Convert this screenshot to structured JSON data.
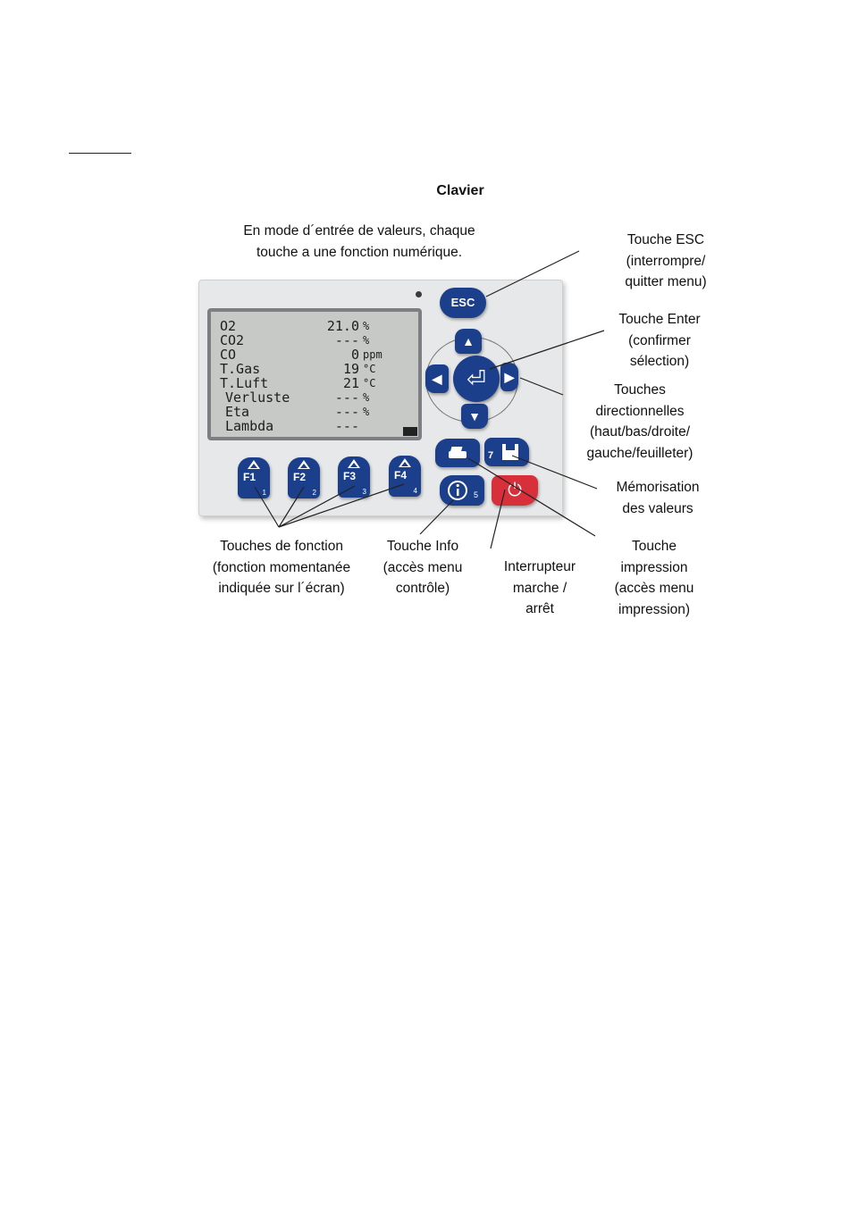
{
  "heading": "Clavier",
  "labels": {
    "numeric": "En mode d´entrée de valeurs, chaque\ntouche a une fonction numérique.",
    "esc": "Touche ESC\n(interrompre/\nquitter menu)",
    "enter": "Touche Enter\n(confirmer\nsélection)",
    "directional": "Touches\ndirectionnelles\n(haut/bas/droite/\ngauche/feuilleter)",
    "memory": "Mémorisation\ndes valeurs",
    "function_keys": "Touches de fonction\n(fonction momentanée\nindiquée sur l´écran)",
    "info": "Touche Info\n(accès menu\ncontrôle)",
    "power": "Interrupteur\nmarche /\narrêt",
    "print": "Touche\nimpression\n(accès menu\nimpression)"
  },
  "display": {
    "rows": [
      {
        "name": "O2",
        "value": "21.0",
        "unit": "%"
      },
      {
        "name": "CO2",
        "value": "---",
        "unit": "%"
      },
      {
        "name": "CO",
        "value": "0",
        "unit": "ppm"
      },
      {
        "name": "T.Gas",
        "value": "19",
        "unit": "°C"
      },
      {
        "name": "T.Luft",
        "value": "21",
        "unit": "°C"
      },
      {
        "name": "Verluste",
        "value": "---",
        "unit": "%"
      },
      {
        "name": "Eta",
        "value": "---",
        "unit": "%"
      },
      {
        "name": "Lambda",
        "value": "---",
        "unit": ""
      }
    ]
  },
  "keys": {
    "esc": "ESC",
    "function": [
      {
        "label": "F1",
        "sub": "1"
      },
      {
        "label": "F2",
        "sub": "2"
      },
      {
        "label": "F3",
        "sub": "3"
      },
      {
        "label": "F4",
        "sub": "4"
      }
    ],
    "info_sub": "5",
    "memory_sub": "7",
    "key_color": "#1c3f8c",
    "power_color": "#d8303b"
  }
}
